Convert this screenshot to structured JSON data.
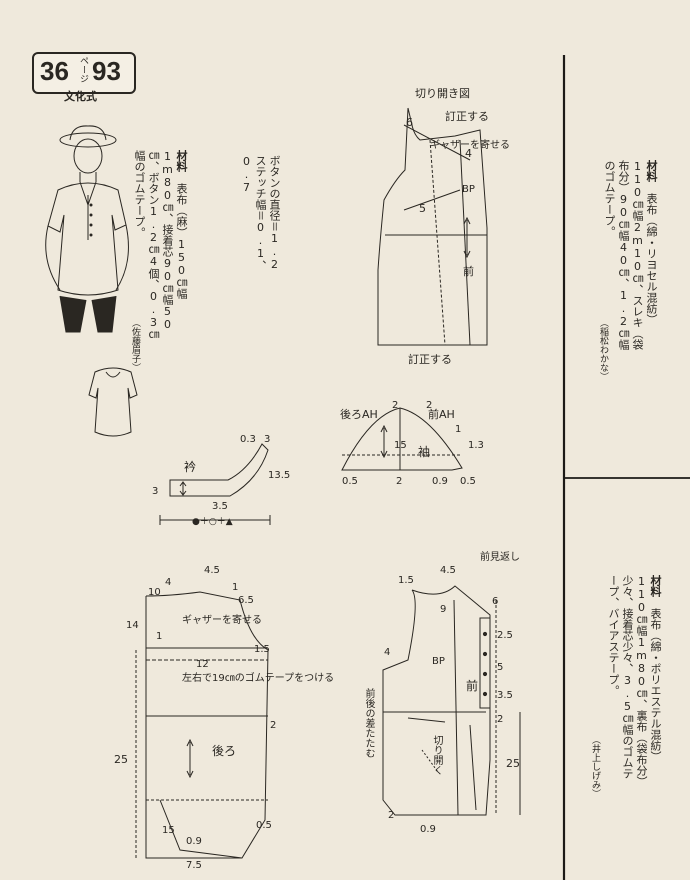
{
  "header": {
    "page_ref": "36",
    "page_ref_suffix": "ページ",
    "pattern_no": "93",
    "method": "文化式"
  },
  "materials_main": {
    "heading": "材料",
    "body": "表布（麻）150㎝幅1m80㎝、接着芯90㎝幅50㎝、ボタン1.2㎝4個、0.3㎝幅のゴムテープ。",
    "credit": "（佐藤眉子）"
  },
  "button_note": {
    "line1": "ボタンの直径＝1.2",
    "line2": "ステッチ幅＝0.1、0.7"
  },
  "materials_right1": {
    "heading": "材料",
    "body": "表布（綿・リヨセル混紡）110㎝幅2m10㎝、スレキ（袋布分）90㎝幅40㎝、1.2㎝幅のゴムテープ。",
    "credit": "（稲松わかな）"
  },
  "materials_right2": {
    "heading": "材料",
    "body": "表布（綿・ポリエステル混紡）110㎝幅1m80㎝、裏布（袋布分）少々、接着芯少々、3.5㎝幅のゴムテープ、バイアステープ。",
    "credit": "（井上しげみ）"
  },
  "diagrams": {
    "slash_title": "切り開き図",
    "correct_top": "訂正する",
    "correct_bottom": "訂正する",
    "gather_label": "ギャザーを寄せる",
    "bp": "BP",
    "front": "前",
    "back": "後ろ",
    "collar": "衿",
    "sleeve": "袖",
    "back_ah": "後ろAH",
    "front_ah": "前AH",
    "gather_back": "ギャザーを寄せる",
    "elastic_note": "左右で19㎝のゴムテープをつける",
    "hem_diff": "前後の差たたむ",
    "cut_open": "切り開く",
    "facing": "前見返し",
    "collar_formula": "●＋○＋▲",
    "dims": {
      "a6": "6",
      "a4": "4",
      "a5": "5",
      "c03": "0.3",
      "c3": "3",
      "c135": "13.5",
      "c3b": "3",
      "c35": "3.5",
      "s2a": "2",
      "s2b": "2",
      "s15": "15",
      "s1": "1",
      "s13": "1.3",
      "s05": "0.5",
      "s2c": "2",
      "s09": "0.9",
      "s05b": "0.5",
      "b45": "4.5",
      "b4": "4",
      "b10": "10",
      "b65": "6.5",
      "b1": "1",
      "b14": "14",
      "b1b": "1",
      "b12": "12",
      "b15": "1.5",
      "b2": "2",
      "b25": "25",
      "b15b": "15",
      "b09": "0.9",
      "b05": "0.5",
      "b75": "7.5",
      "f15": "1.5",
      "f45": "4.5",
      "f9": "9",
      "f6": "6",
      "f4": "4",
      "f25": "2.5",
      "f5": "5",
      "f35": "3.5",
      "f2": "2",
      "f25b": "25",
      "f2b": "2",
      "f09": "0.9"
    }
  }
}
